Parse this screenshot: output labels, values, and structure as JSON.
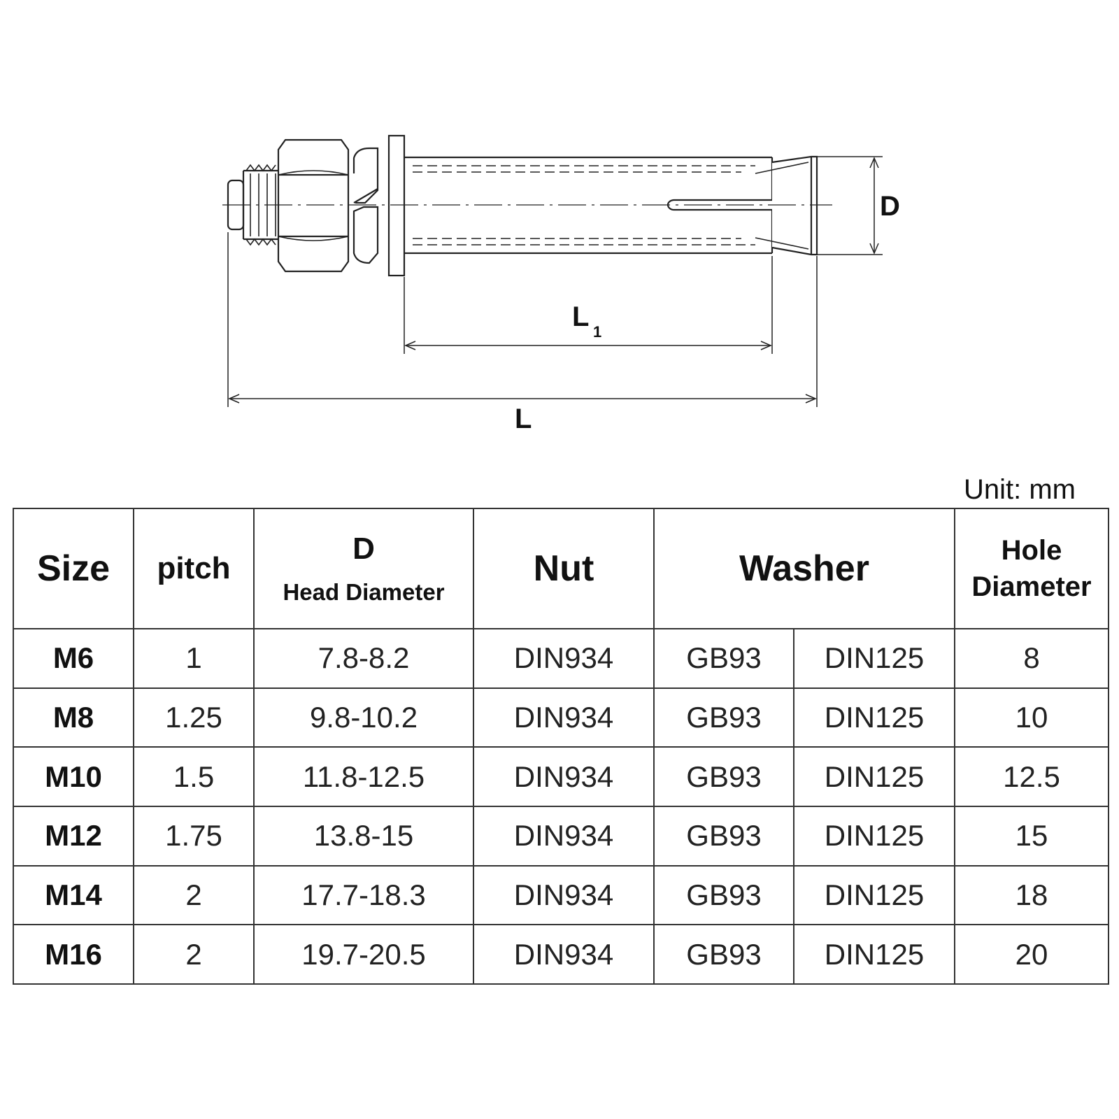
{
  "diagram": {
    "labels": {
      "diameter": "D",
      "sleeve_length": "L",
      "sleeve_length_sub": "1",
      "total_length": "L"
    }
  },
  "unit_note": "Unit: mm",
  "table": {
    "headers": {
      "size": "Size",
      "pitch": "pitch",
      "d_top": "D",
      "d_sub": "Head Diameter",
      "nut": "Nut",
      "washer": "Washer",
      "hole_line1": "Hole",
      "hole_line2": "Diameter"
    },
    "rows": [
      {
        "size": "M6",
        "pitch": "1",
        "d": "7.8-8.2",
        "nut": "DIN934",
        "washer1": "GB93",
        "washer2": "DIN125",
        "hole": "8"
      },
      {
        "size": "M8",
        "pitch": "1.25",
        "d": "9.8-10.2",
        "nut": "DIN934",
        "washer1": "GB93",
        "washer2": "DIN125",
        "hole": "10"
      },
      {
        "size": "M10",
        "pitch": "1.5",
        "d": "11.8-12.5",
        "nut": "DIN934",
        "washer1": "GB93",
        "washer2": "DIN125",
        "hole": "12.5"
      },
      {
        "size": "M12",
        "pitch": "1.75",
        "d": "13.8-15",
        "nut": "DIN934",
        "washer1": "GB93",
        "washer2": "DIN125",
        "hole": "15"
      },
      {
        "size": "M14",
        "pitch": "2",
        "d": "17.7-18.3",
        "nut": "DIN934",
        "washer1": "GB93",
        "washer2": "DIN125",
        "hole": "18"
      },
      {
        "size": "M16",
        "pitch": "2",
        "d": "19.7-20.5",
        "nut": "DIN934",
        "washer1": "GB93",
        "washer2": "DIN125",
        "hole": "20"
      }
    ]
  }
}
